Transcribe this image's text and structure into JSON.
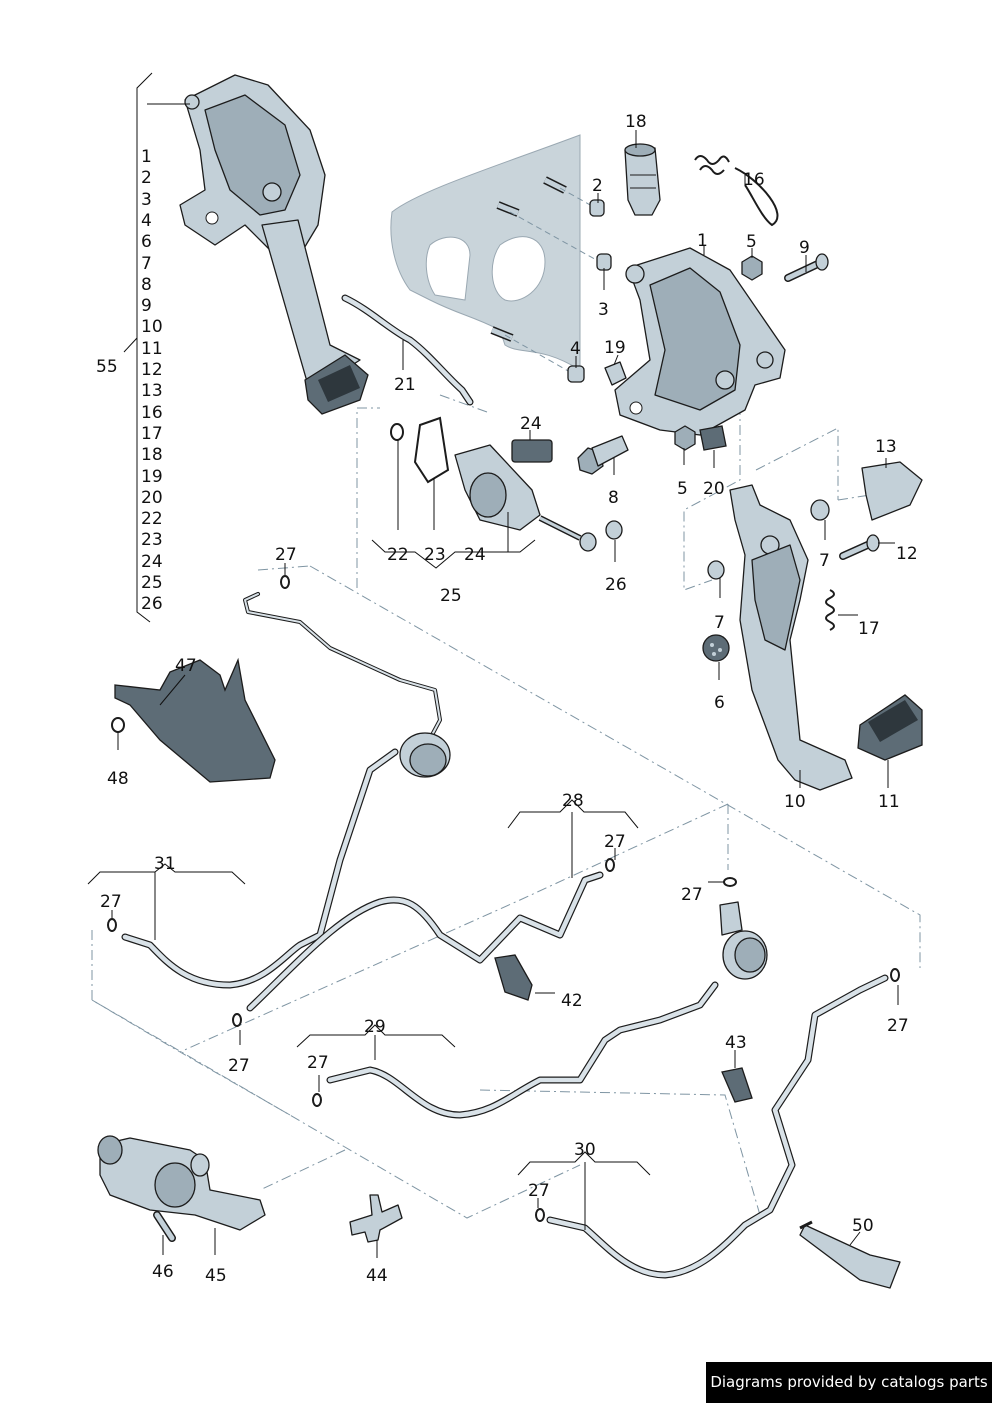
{
  "bracket_list": [
    "1",
    "2",
    "3",
    "4",
    "6",
    "7",
    "8",
    "9",
    "10",
    "11",
    "12",
    "13",
    "16",
    "17",
    "18",
    "19",
    "20",
    "22",
    "23",
    "24",
    "25",
    "26"
  ],
  "bracket_label": "55",
  "labels": {
    "l1": "1",
    "l2": "2",
    "l3": "3",
    "l4": "4",
    "l5a": "5",
    "l5b": "5",
    "l6": "6",
    "l7a": "7",
    "l7b": "7",
    "l8": "8",
    "l9": "9",
    "l10": "10",
    "l11": "11",
    "l12": "12",
    "l13": "13",
    "l16": "16",
    "l17": "17",
    "l18": "18",
    "l19": "19",
    "l20": "20",
    "l21": "21",
    "l22": "22",
    "l23": "23",
    "l24a": "24",
    "l24b": "24",
    "l25": "25",
    "l26": "26",
    "l27a": "27",
    "l27b": "27",
    "l27c": "27",
    "l27d": "27",
    "l27e": "27",
    "l27f": "27",
    "l27g": "27",
    "l27h": "27",
    "l28": "28",
    "l29": "29",
    "l30": "30",
    "l31": "31",
    "l42": "42",
    "l43": "43",
    "l44": "44",
    "l45": "45",
    "l46": "46",
    "l47": "47",
    "l48": "48",
    "l50": "50"
  },
  "footer": "Diagrams provided by catalogs parts"
}
